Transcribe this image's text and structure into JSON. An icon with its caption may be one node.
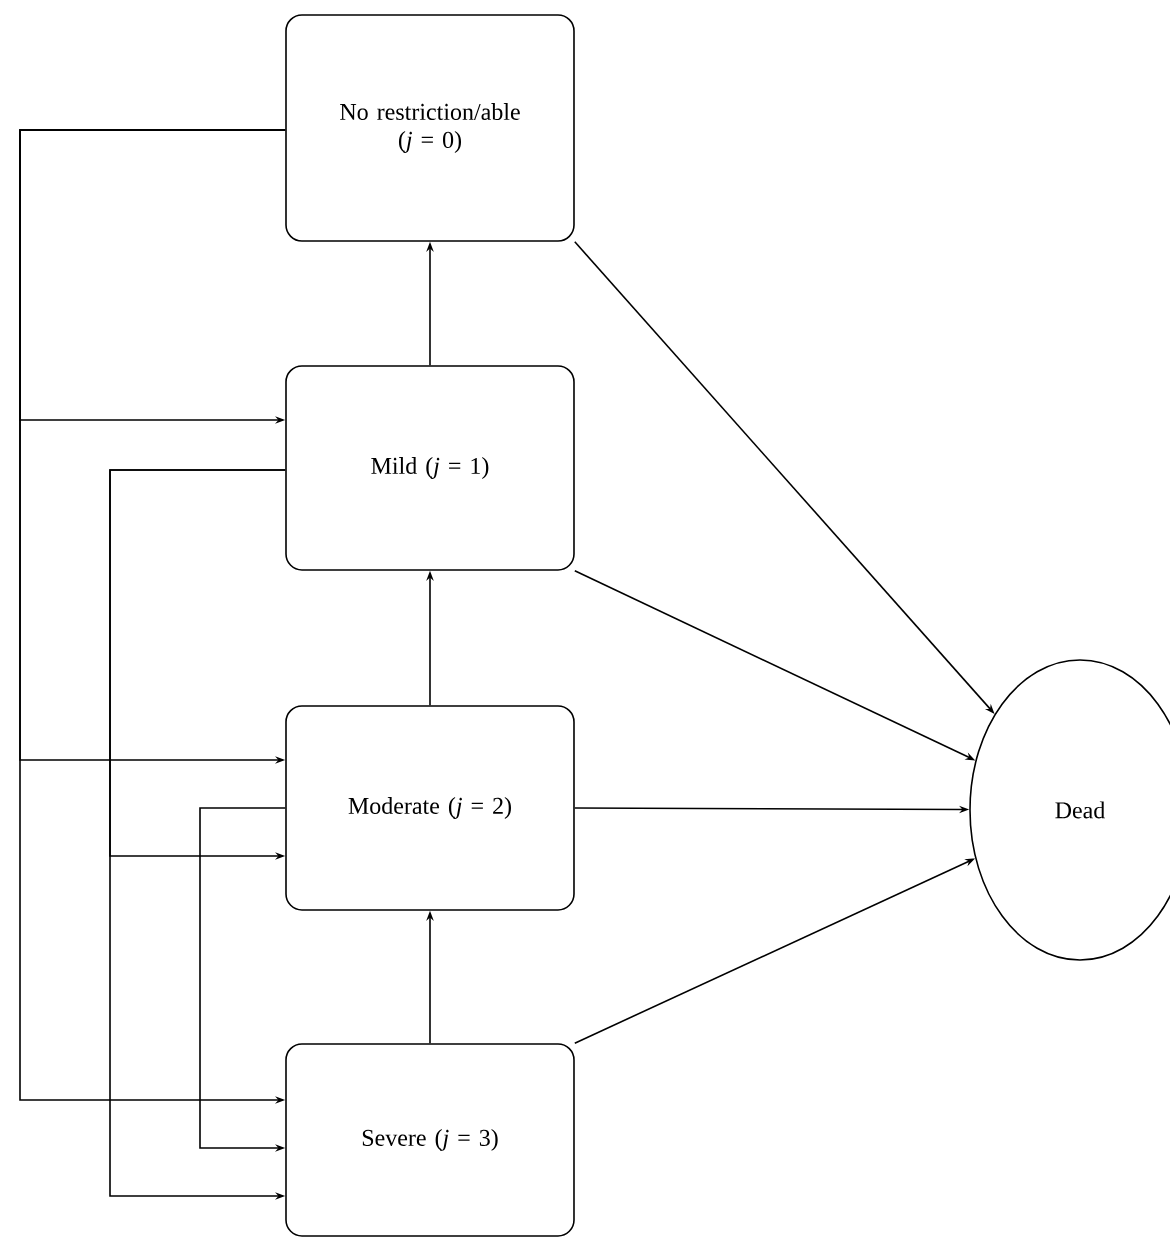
{
  "diagram": {
    "nodes": [
      {
        "text": [
          "No restriction/able (*j* = 0)"
        ]
      },
      {
        "text": [
          "Mild (*j* = 1)"
        ]
      },
      {
        "text": [
          "Moderate (*j* = 2)"
        ]
      },
      {
        "text": [
          "Severe (*j* = 3)"
        ]
      },
      {
        "text": [
          "Dead"
        ]
      }
    ],
    "edges": [
      {
        "from": 0,
        "to": 1,
        "arrow": "to"
      },
      {
        "from": 0,
        "to": 2,
        "arrow": "to"
      },
      {
        "from": 0,
        "to": 3,
        "arrow": "to"
      },
      {
        "from": 1,
        "to": 2,
        "arrow": "to"
      },
      {
        "from": 1,
        "to": 3,
        "arrow": "to"
      },
      {
        "from": 2,
        "to": 3,
        "arrow": "to"
      },
      {
        "from": 1,
        "to": 0,
        "arrow": "to"
      },
      {
        "from": 2,
        "to": 1,
        "arrow": "to"
      },
      {
        "from": 3,
        "to": 2,
        "arrow": "to"
      },
      {
        "from": 0,
        "to": 4,
        "arrow": "to"
      },
      {
        "from": 1,
        "to": 4,
        "arrow": "to"
      },
      {
        "from": 2,
        "to": 4,
        "arrow": "to"
      },
      {
        "from": 3,
        "to": 4,
        "arrow": "to"
      }
    ]
  }
}
